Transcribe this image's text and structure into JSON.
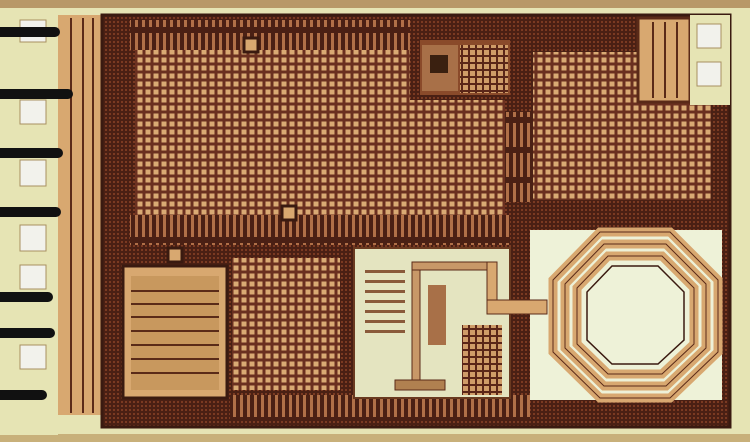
{
  "image": {
    "subject": "chip-die-micrograph",
    "colors": {
      "background": "#e6e4b4",
      "die": "#5a2618",
      "metal": "#d8a870",
      "metal_dark": "#3a1a10",
      "open_area": "#eef2d8",
      "bond_wire": "#111111",
      "pad": "#f2f2ec"
    },
    "bond_wire_count": 7,
    "inductor_turns": 3
  }
}
